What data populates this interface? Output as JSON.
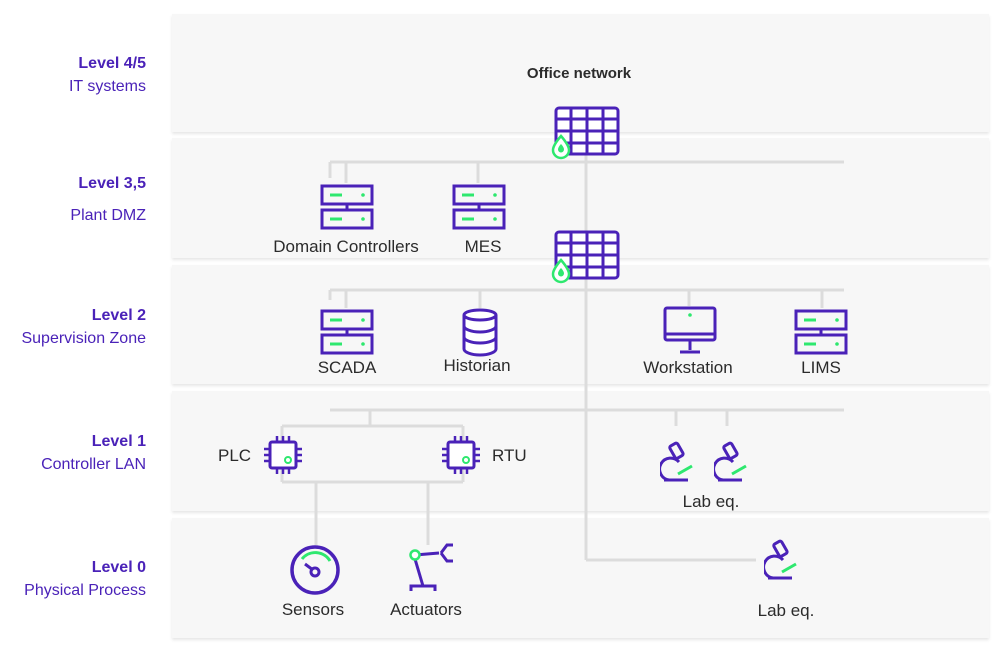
{
  "levels": [
    {
      "title": "Level 4/5",
      "subtitle": "IT systems"
    },
    {
      "title": "Level 3,5",
      "subtitle": "Plant DMZ"
    },
    {
      "title": "Level 2",
      "subtitle": "Supervision Zone"
    },
    {
      "title": "Level 1",
      "subtitle": "Controller LAN"
    },
    {
      "title": "Level 0",
      "subtitle": "Physical Process"
    }
  ],
  "nodes": {
    "office_network": "Office network",
    "domain_controllers": "Domain Controllers",
    "mes": "MES",
    "scada": "SCADA",
    "historian": "Historian",
    "workstation": "Workstation",
    "lims": "LIMS",
    "plc": "PLC",
    "rtu": "RTU",
    "lab_eq_l1": "Lab eq.",
    "sensors": "Sensors",
    "actuators": "Actuators",
    "lab_eq_l0": "Lab eq."
  },
  "colors": {
    "purple": "#4a22b8",
    "green": "#2ee86f",
    "band": "#f7f7f7",
    "wire": "#dcdcdc",
    "text": "#2b2b2b"
  },
  "icons": {
    "firewall": "firewall-icon",
    "server": "server-icon",
    "database": "database-icon",
    "monitor": "monitor-icon",
    "chip": "chip-icon",
    "gauge": "gauge-icon",
    "robot_arm": "robot-arm-icon",
    "microscope": "microscope-icon"
  }
}
